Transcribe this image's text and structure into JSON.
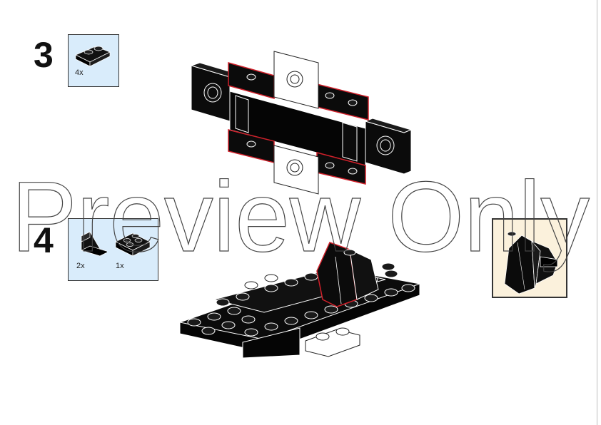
{
  "steps": [
    {
      "number": "3",
      "parts": [
        {
          "qty": "4x",
          "part": "black-plate-1x2-icon"
        }
      ]
    },
    {
      "number": "4",
      "parts": [
        {
          "qty": "2x",
          "part": "black-slope-1x2-icon"
        },
        {
          "qty": "1x",
          "part": "black-plate-2x2-icon"
        }
      ]
    }
  ],
  "watermark": "Preview Only",
  "colors": {
    "black_brick": "#0b0b0b",
    "white_brick": "#ffffff",
    "new_part_outline": "#d0202a",
    "parts_list_bg": "#d9ecfb",
    "callout_bg": "#fbf1dc"
  }
}
